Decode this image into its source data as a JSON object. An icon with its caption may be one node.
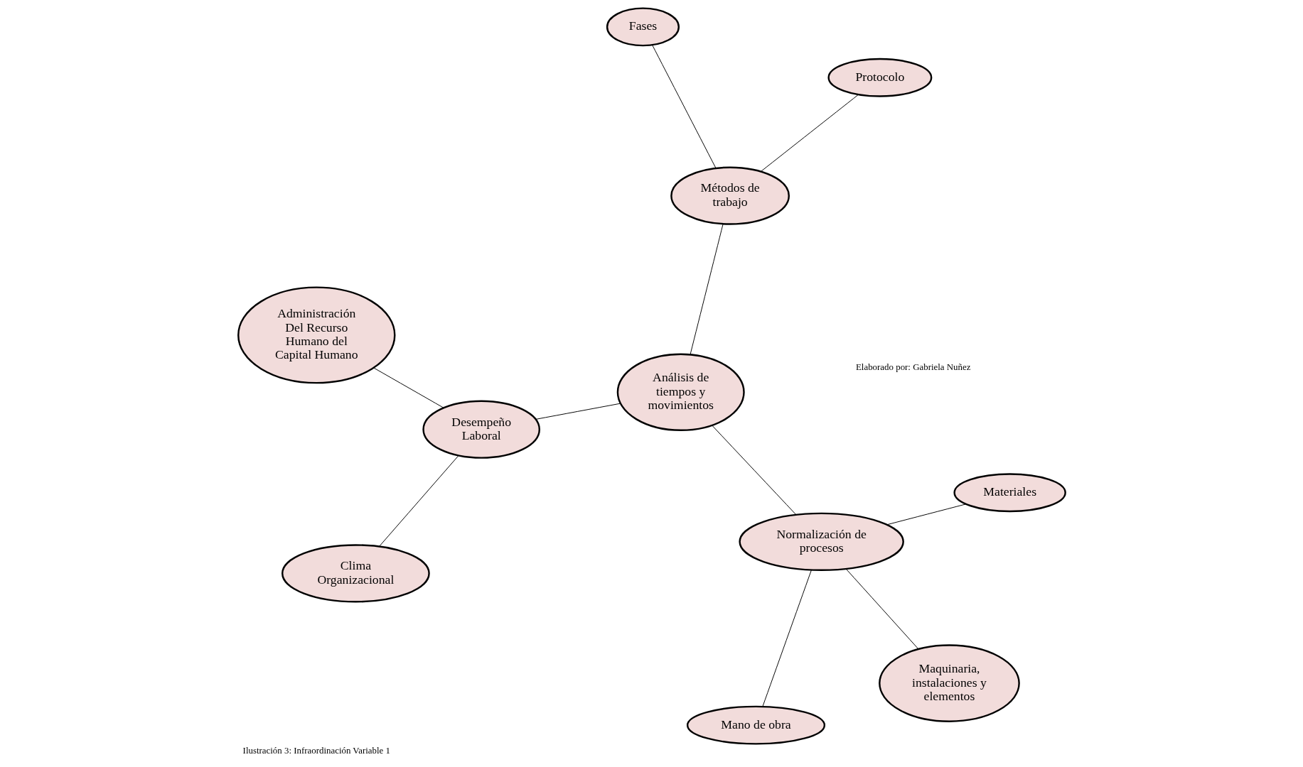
{
  "diagram": {
    "caption": "Ilustración 3: Infraordinación Variable 1",
    "nodes": [
      {
        "text": [
          "Desempeño Laboral"
        ]
      },
      {
        "text": [
          "Métodos de trabajo"
        ]
      },
      {
        "text": [
          "Clima Organizacional"
        ]
      },
      {
        "text": [
          "Análisis de tiempos y movimientos"
        ]
      },
      {
        "text": [
          "Protocolo"
        ]
      },
      {
        "text": [
          "Fases"
        ]
      },
      {
        "text": [
          "Administración Del Recurso Humano del Capital Humano"
        ]
      },
      {
        "text": [
          "Normalización de procesos"
        ]
      },
      {
        "text": [
          "Mano de obra"
        ]
      },
      {
        "text": [
          "Materiales"
        ]
      },
      {
        "text": [
          "Maquinaria, instalaciones y elementos"
        ]
      }
    ],
    "edges": [
      {
        "from": 0,
        "to": 2,
        "arrow": "none"
      },
      {
        "from": 0,
        "to": 6,
        "arrow": "none"
      },
      {
        "from": 0,
        "to": 3,
        "arrow": "none"
      },
      {
        "from": 3,
        "to": 1,
        "arrow": "none"
      },
      {
        "from": 1,
        "to": 5,
        "arrow": "none"
      },
      {
        "from": 1,
        "to": 4,
        "arrow": "none"
      },
      {
        "from": 3,
        "to": 7,
        "arrow": "none"
      },
      {
        "from": 7,
        "to": 8,
        "arrow": "none"
      },
      {
        "from": 7,
        "to": 9,
        "arrow": "none"
      },
      {
        "from": 7,
        "to": 10,
        "arrow": "none"
      }
    ],
    "labels": [
      "Elaborado por: Gabriela Nuñez"
    ]
  }
}
